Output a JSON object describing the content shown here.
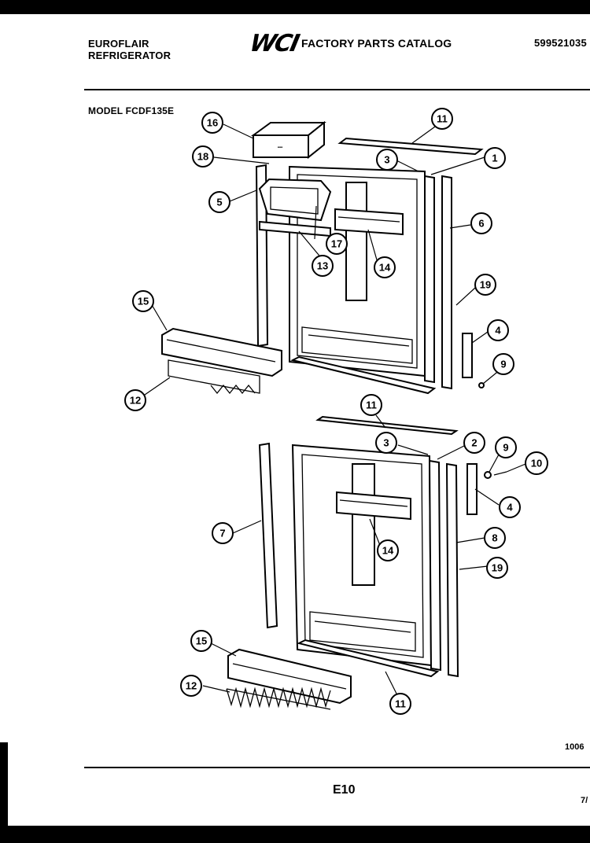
{
  "header": {
    "brand_line1": "EUROFLAIR",
    "brand_line2": "REFRIGERATOR",
    "logo_text": "WCI",
    "catalog_title": "FACTORY PARTS CATALOG",
    "catalog_number": "599521035",
    "model_label": "MODEL FCDF135E"
  },
  "footer": {
    "page_number": "E10",
    "code": "1006",
    "date_fragment": "7/"
  },
  "callouts": {
    "c1": "1",
    "c2": "2",
    "c3a": "3",
    "c3b": "3",
    "c4a": "4",
    "c4b": "4",
    "c5": "5",
    "c6": "6",
    "c7": "7",
    "c8": "8",
    "c9a": "9",
    "c9b": "9",
    "c10": "10",
    "c11a": "11",
    "c11b": "11",
    "c11c": "11",
    "c12a": "12",
    "c12b": "12",
    "c13": "13",
    "c14a": "14",
    "c14b": "14",
    "c15a": "15",
    "c15b": "15",
    "c16": "16",
    "c17": "17",
    "c18": "18",
    "c19a": "19",
    "c19b": "19"
  }
}
